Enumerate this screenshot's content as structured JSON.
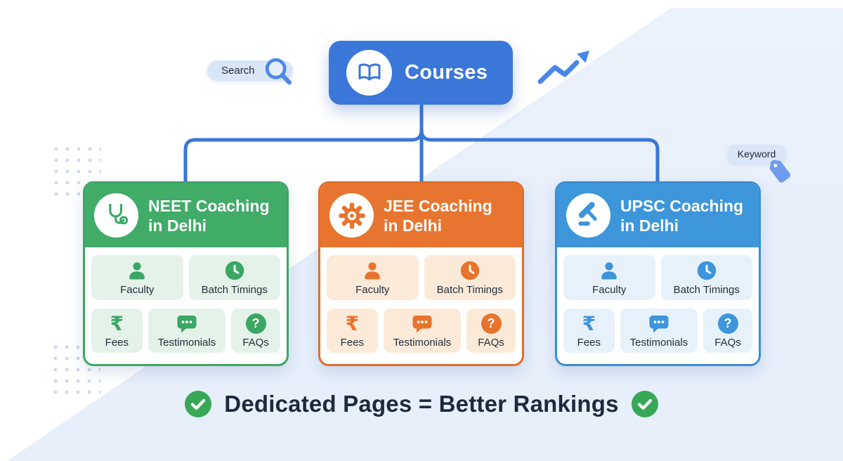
{
  "search_pill": {
    "label": "Search",
    "icon_color": "#4f87e8"
  },
  "root_node": {
    "label": "Courses",
    "color": "#3b76d9"
  },
  "trend_arrow": {
    "color": "#4a86e8"
  },
  "keyword_tag": {
    "label": "Keyword",
    "tag_color": "#6f9cec"
  },
  "connectors": {
    "color": "#3a76d8"
  },
  "tiles": [
    {
      "label": "Faculty",
      "icon": "person-icon"
    },
    {
      "label": "Batch Timings",
      "icon": "clock-icon"
    },
    {
      "label": "Fees",
      "icon": "rupee-icon",
      "glyph": "₹"
    },
    {
      "label": "Testimonials",
      "icon": "testimonial-chat-icon"
    },
    {
      "label": "FAQs",
      "icon": "question-icon",
      "glyph": "?"
    }
  ],
  "cards": [
    {
      "title_line1": "NEET Coaching",
      "title_line2": "in Delhi",
      "icon": "stethoscope-icon",
      "colors": {
        "header": "#41ab68",
        "border": "#3fa565",
        "tile_bg": "#e4f2e9",
        "icon": "#3aa763"
      }
    },
    {
      "title_line1": "JEE Coaching",
      "title_line2": "in Delhi",
      "icon": "gear-icon",
      "colors": {
        "header": "#e8752f",
        "border": "#e06e2a",
        "tile_bg": "#fcead9",
        "icon": "#e8742c"
      }
    },
    {
      "title_line1": "UPSC Coaching",
      "title_line2": "in Delhi",
      "icon": "gavel-icon",
      "colors": {
        "header": "#3e96da",
        "border": "#3a8ed2",
        "tile_bg": "#e7f1fb",
        "icon": "#3d95da"
      }
    }
  ],
  "footer": {
    "text": "Dedicated Pages = Better Rankings",
    "check_color": "#37a856",
    "text_color": "#1d2a3d"
  }
}
